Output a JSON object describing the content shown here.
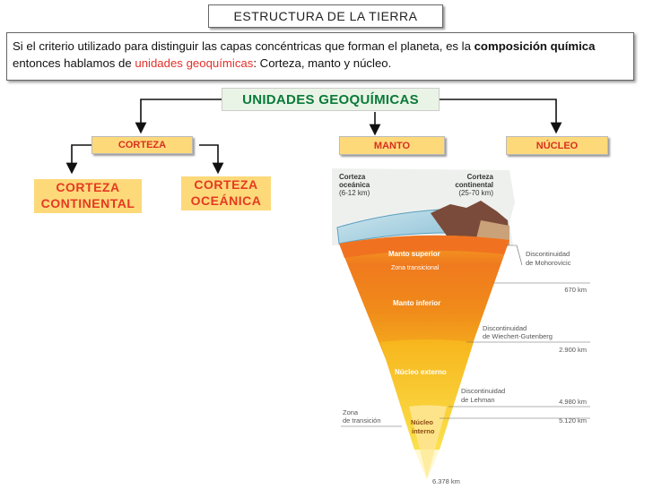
{
  "title": "ESTRUCTURA DE LA TIERRA",
  "intro": {
    "part1": "Si el criterio utilizado para distinguir las capas concéntricas que forman el planeta, es la ",
    "bold": "composición química",
    "part2": " entonces hablamos de ",
    "highlight": "unidades geoquímicas",
    "part3": ": Corteza, manto y núcleo."
  },
  "units_title": "UNIDADES GEOQUÍMICAS",
  "boxes": {
    "corteza": "CORTEZA",
    "manto": "MANTO",
    "nucleo": "NÚCLEO",
    "continental_1": "CORTEZA",
    "continental_2": "CONTINENTAL",
    "oceanica_1": "CORTEZA",
    "oceanica_2": "OCEÁNICA"
  },
  "diagram": {
    "corteza_oceanica": "Corteza",
    "corteza_oceanica_2": "oceánica",
    "corteza_oceanica_km": "(6-12 km)",
    "corteza_continental": "Corteza",
    "corteza_continental_2": "continental",
    "corteza_continental_km": "(25-70 km)",
    "manto_superior": "Manto superior",
    "zona_transicional": "Zona transicional",
    "manto_inferior": "Manto inferior",
    "nucleo_externo": "Núcleo externo",
    "nucleo_interno_1": "Núcleo",
    "nucleo_interno_2": "interno",
    "zona_transicion_1": "Zona",
    "zona_transicion_2": "de transición",
    "moho_1": "Discontinuidad",
    "moho_2": "de Mohorovicic",
    "depth_670": "670 km",
    "wg_1": "Discontinuidad",
    "wg_2": "de Wiechert-Gutenberg",
    "depth_2900": "2.900 km",
    "lehman_1": "Discontinuidad",
    "lehman_2": "de Lehman",
    "depth_4980": "4.980 km",
    "depth_5120": "5.120 km",
    "depth_6378": "6.378 km"
  }
}
